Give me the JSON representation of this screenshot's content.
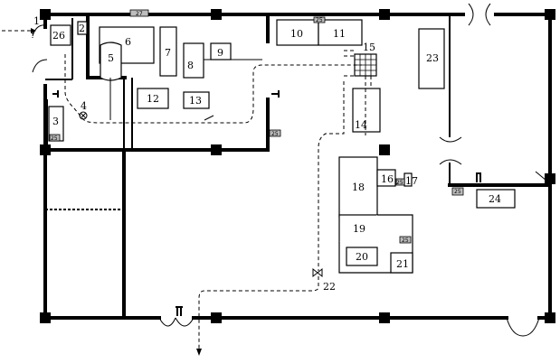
{
  "labels": {
    "l1": "1",
    "l2": "2",
    "l3": "3",
    "l4": "4",
    "l5": "5",
    "l6": "6",
    "l7": "7",
    "l8": "8",
    "l9": "9",
    "l10": "10",
    "l11": "11",
    "l12": "12",
    "l13": "13",
    "l14": "14",
    "l15": "15",
    "l16": "16",
    "l17": "17",
    "l18": "18",
    "l19": "19",
    "l20": "20",
    "l21": "21",
    "l22": "22",
    "l23": "23",
    "l24": "24",
    "l26": "26"
  },
  "tags": {
    "t_top": "27",
    "t_25": "25"
  }
}
